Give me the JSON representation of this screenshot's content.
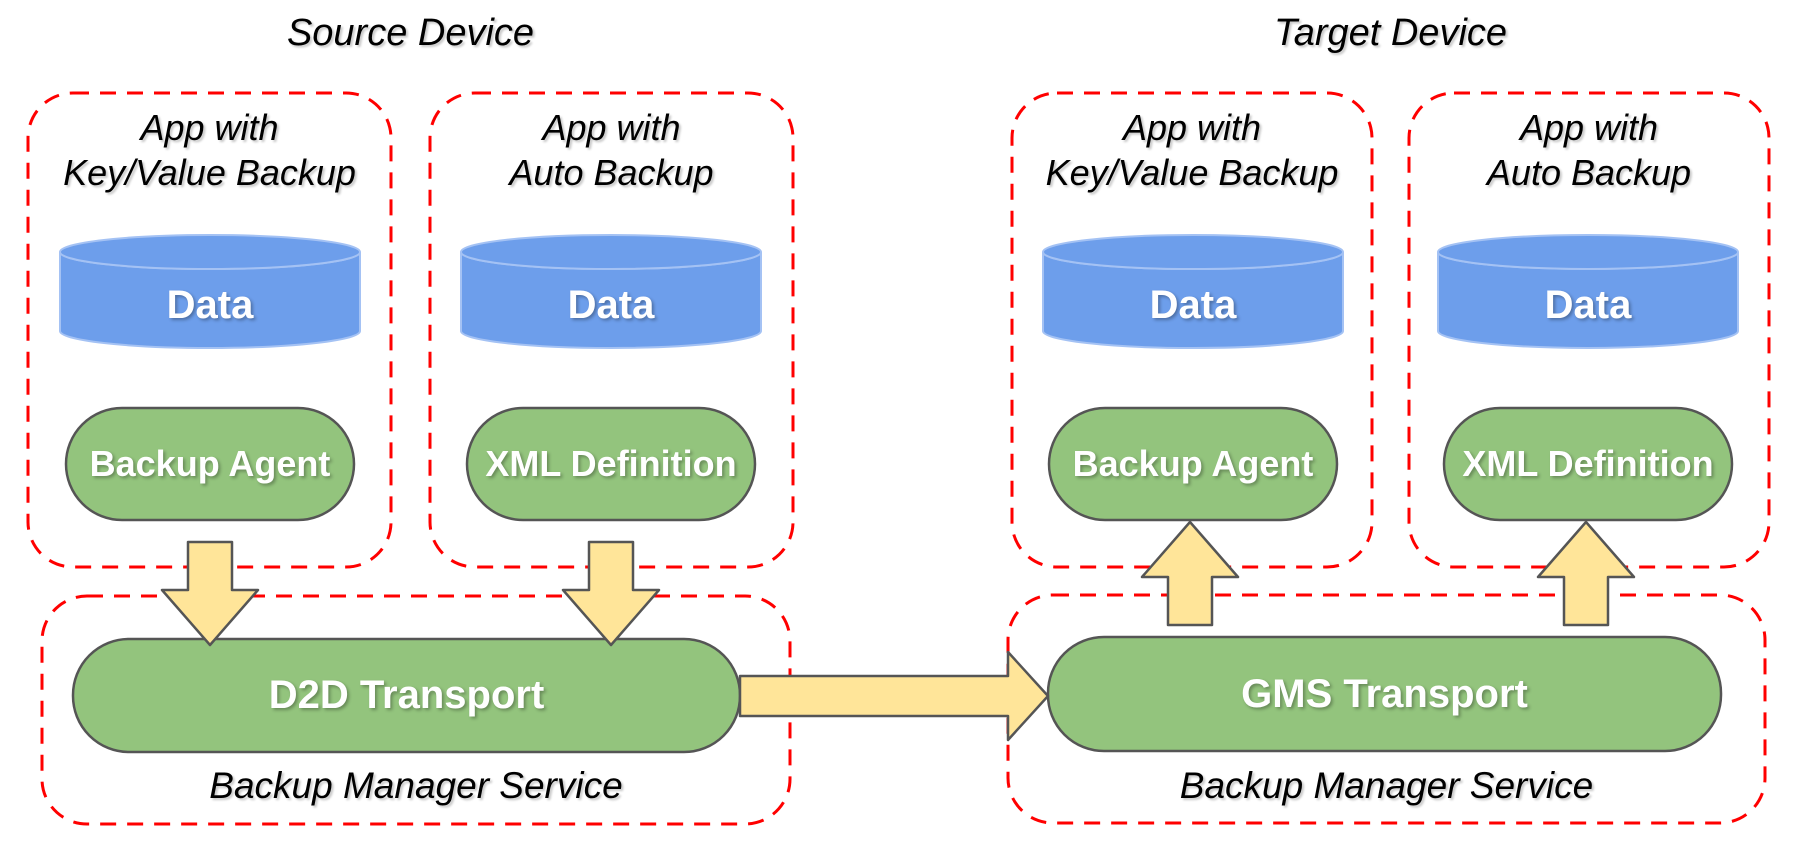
{
  "diagram": {
    "source": {
      "device_title": "Source Device",
      "apps": [
        {
          "title_line1": "App with",
          "title_line2": "Key/Value Backup",
          "data_label": "Data",
          "component_label": "Backup Agent"
        },
        {
          "title_line1": "App with",
          "title_line2": "Auto Backup",
          "data_label": "Data",
          "component_label": "XML Definition"
        }
      ],
      "manager": {
        "transport_label": "D2D Transport",
        "service_label": "Backup Manager Service"
      }
    },
    "target": {
      "device_title": "Target Device",
      "apps": [
        {
          "title_line1": "App with",
          "title_line2": "Key/Value Backup",
          "data_label": "Data",
          "component_label": "Backup Agent"
        },
        {
          "title_line1": "App with",
          "title_line2": "Auto Backup",
          "data_label": "Data",
          "component_label": "XML Definition"
        }
      ],
      "manager": {
        "transport_label": "GMS Transport",
        "service_label": "Backup Manager Service"
      }
    },
    "colors": {
      "dashed_border": "#ff0000",
      "component_fill": "#93c47d",
      "component_border": "#555555",
      "data_cylinder_fill": "#6d9eeb",
      "data_cylinder_rim": "#a4c2f4",
      "arrow_fill": "#ffe599",
      "arrow_border": "#555555",
      "title_text": "#000000",
      "component_text": "#ffffff",
      "background": "#ffffff"
    }
  }
}
